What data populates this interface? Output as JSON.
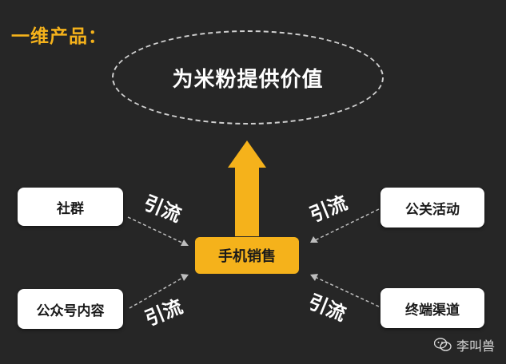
{
  "title": "一维产品：",
  "goal": "为米粉提供价值",
  "center": "手机销售",
  "sources": {
    "top_left": "社群",
    "bottom_left": "公众号内容",
    "top_right": "公关活动",
    "bottom_right": "终端渠道"
  },
  "flow_labels": {
    "top_left": "引流",
    "bottom_left": "引流",
    "top_right": "引流",
    "bottom_right": "引流"
  },
  "watermark": "李叫兽",
  "colors": {
    "accent": "#f5b21b",
    "background": "#262626"
  }
}
